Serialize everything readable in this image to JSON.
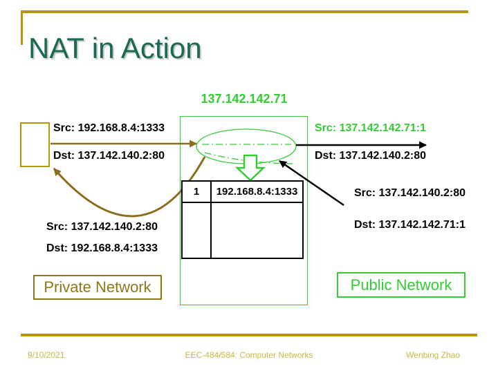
{
  "slide": {
    "title": "NAT in Action",
    "footer": {
      "date": "9/10/2021",
      "course": "EEC-484/584: Computer Networks",
      "author": "Wenbing Zhao"
    }
  },
  "diagram": {
    "nat_public_ip": "137.142.142.71",
    "private_side": {
      "outgoing_src": "Src: 192.168.8.4:1333",
      "outgoing_dst": "Dst: 137.142.140.2:80",
      "incoming_src": "Src: 137.142.140.2:80",
      "incoming_dst": "Dst: 192.168.8.4:1333"
    },
    "public_side": {
      "outgoing_src": "Src: 137.142.142.71:1",
      "outgoing_dst": "Dst: 137.142.140.2:80",
      "incoming_src": "Src: 137.142.140.2:80",
      "incoming_dst": "Dst: 137.142.142.71:1"
    },
    "nat_table": {
      "rows": [
        {
          "port": "1",
          "address": "192.168.8.4:1333"
        }
      ]
    },
    "private_network_label": "Private Network",
    "public_network_label": "Public Network"
  },
  "colors": {
    "title_green": "#1A6B4B",
    "bright_green": "#33CC33",
    "gold_rule": "#B8960B",
    "dark_gold_arrow": "#8A6D1E",
    "private_label_gold": "#8F7618",
    "footer_text": "#C5B93F",
    "packet_label_black": "#000000"
  }
}
